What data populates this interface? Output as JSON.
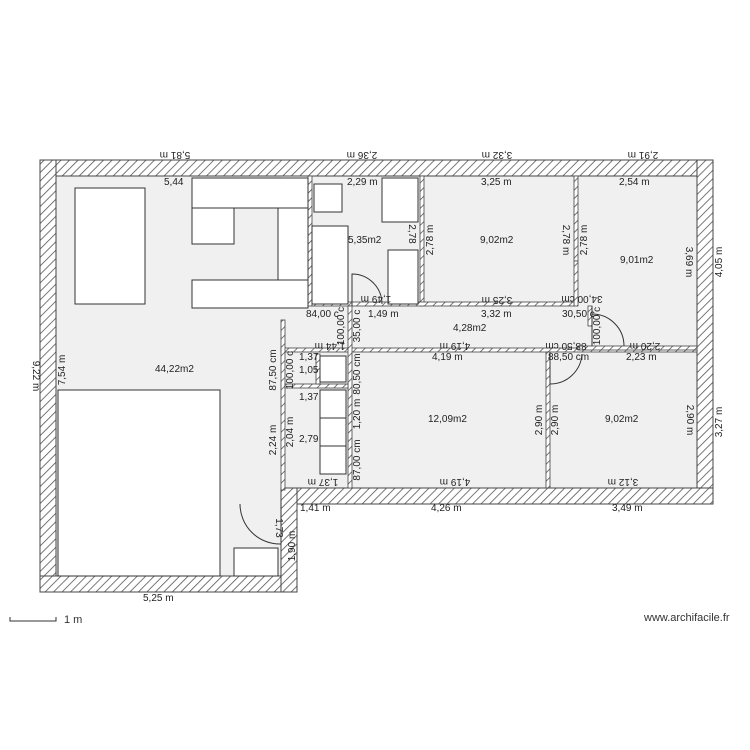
{
  "areas": {
    "living": "44,22m2",
    "bath": "5,35m2",
    "bed_top_mid": "9,02m2",
    "bed_top_right": "9,01m2",
    "hall": "4,28m2",
    "bed_bot_mid": "12,09m2",
    "bed_bot_right": "9,02m2"
  },
  "dims": {
    "top_581": "5,81 m",
    "top_236": "2,36 m",
    "top_332": "3,32 m",
    "top_291": "2,91 m",
    "in_544": "5,44",
    "in_229": "2,29 m",
    "in_325": "3,25 m",
    "in_254": "2,54 m",
    "r_278a": "2,78",
    "r_278b": "2,78 m",
    "r_278c": "2,78 m",
    "r_369": "3,69 m",
    "r_405": "4,05 m",
    "r_327": "3,27 m",
    "r_290a": "2,90 m",
    "r_290b": "2,90 m",
    "r_290c": "2,90 m",
    "d_8400": "84,00 c",
    "d_149": "1,49 m",
    "d_332": "3,32 m",
    "d_3050": "30,50 c",
    "d_325f": "3,25 m",
    "d_3400": "34,00 cm",
    "d_419": "4,19 m",
    "d_419f": "4,19 m",
    "d_144": "1,44 m",
    "d_8850": "88,50 cm",
    "d_220": "2,20 m",
    "d_223": "2,23 m",
    "d_137a": "1,37",
    "d_105": "1,05",
    "d_137b": "1,37",
    "d_279": "2,79",
    "d_137c": "1,37 m",
    "d_312f": "3,12 m",
    "d_141": "1,41 m",
    "d_426": "4,26 m",
    "d_349": "3,49 m",
    "d_525": "5,25 m",
    "d_173": "1,73",
    "d_190": "1,90 m",
    "v_922": "9,22 m",
    "v_754": "7,54 m",
    "v_8750": "87,50 cm",
    "v_224": "2,24 m",
    "v_204": "2,04 m",
    "v_8050": "80,50 cm",
    "v_120": "1,20 m",
    "v_8700": "87,00 cm",
    "v_3500": "35,00 c",
    "v_100": "100,00 c",
    "v_10000": "100,00 c"
  },
  "scale_label": "1 m",
  "credit": "www.archifacile.fr"
}
